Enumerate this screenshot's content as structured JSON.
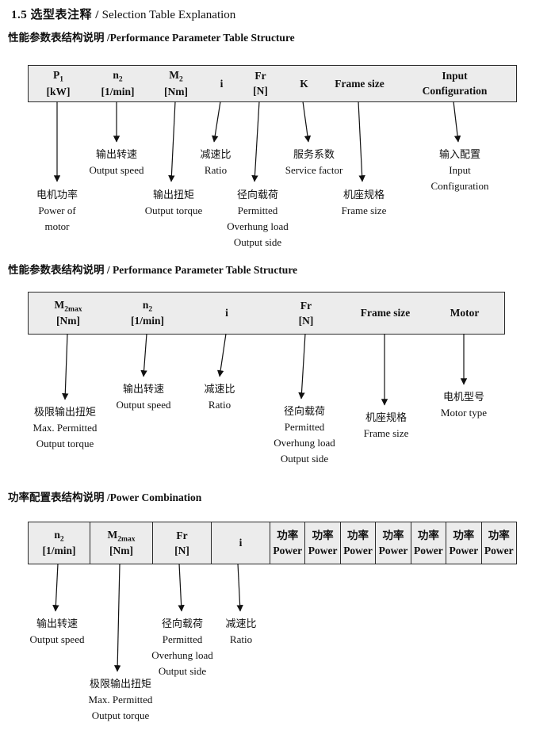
{
  "title": {
    "bold": "1.5 选型表注释 /",
    "rest": " Selection Table Explanation"
  },
  "sections": {
    "s1": {
      "heading": "性能参数表结构说明 /Performance Parameter Table Structure",
      "cols": [
        {
          "sym": "P",
          "sub": "1",
          "unit": "[kW]"
        },
        {
          "sym": "n",
          "sub": "2",
          "unit": "[1/min]"
        },
        {
          "sym": "M",
          "sub": "2",
          "unit": "[Nm]"
        },
        {
          "sym": "i",
          "sub": "",
          "unit": ""
        },
        {
          "sym": "Fr",
          "sub": "",
          "unit": "[N]"
        },
        {
          "sym": "K",
          "sub": "",
          "unit": ""
        },
        {
          "sym": "Frame size",
          "sub": "",
          "unit": ""
        },
        {
          "sym": "Input",
          "sub": "",
          "unit": "Configuration"
        }
      ],
      "labels": [
        {
          "lines": [
            "电机功率",
            "Power of",
            "motor"
          ]
        },
        {
          "lines": [
            "输出转速",
            "Output speed"
          ]
        },
        {
          "lines": [
            "输出扭矩",
            "Output torque"
          ]
        },
        {
          "lines": [
            "减速比",
            "Ratio"
          ]
        },
        {
          "lines": [
            "径向载荷",
            "Permitted",
            "Overhung load",
            "Output side"
          ]
        },
        {
          "lines": [
            "服务系数",
            "Service factor"
          ]
        },
        {
          "lines": [
            "机座规格",
            "Frame size"
          ]
        },
        {
          "lines": [
            "输入配置",
            "Input",
            "Configuration"
          ]
        }
      ]
    },
    "s2": {
      "heading": "性能参数表结构说明 / Performance Parameter Table Structure",
      "cols": [
        {
          "sym": "M",
          "sub": "2max",
          "unit": "[Nm]"
        },
        {
          "sym": "n",
          "sub": "2",
          "unit": "[1/min]"
        },
        {
          "sym": "i",
          "sub": "",
          "unit": ""
        },
        {
          "sym": "Fr",
          "sub": "",
          "unit": "[N]"
        },
        {
          "sym": "Frame size",
          "sub": "",
          "unit": ""
        },
        {
          "sym": "Motor",
          "sub": "",
          "unit": ""
        }
      ],
      "labels": [
        {
          "lines": [
            "极限输出扭矩",
            "Max. Permitted",
            "Output torque"
          ]
        },
        {
          "lines": [
            "输出转速",
            "Output speed"
          ]
        },
        {
          "lines": [
            "减速比",
            "Ratio"
          ]
        },
        {
          "lines": [
            "径向载荷",
            "Permitted",
            "Overhung load",
            "Output side"
          ]
        },
        {
          "lines": [
            "机座规格",
            "Frame size"
          ]
        },
        {
          "lines": [
            "电机型号",
            "Motor type"
          ]
        }
      ]
    },
    "s3": {
      "heading": "功率配置表结构说明 /Power Combination",
      "cols": [
        {
          "sym": "n",
          "sub": "2",
          "unit": "[1/min]"
        },
        {
          "sym": "M",
          "sub": "2max",
          "unit": "[Nm]"
        },
        {
          "sym": "Fr",
          "sub": "",
          "unit": "[N]"
        },
        {
          "sym": "i",
          "sub": "",
          "unit": ""
        },
        {
          "sym": "功率",
          "sub": "",
          "unit": "Power"
        },
        {
          "sym": "功率",
          "sub": "",
          "unit": "Power"
        },
        {
          "sym": "功率",
          "sub": "",
          "unit": "Power"
        },
        {
          "sym": "功率",
          "sub": "",
          "unit": "Power"
        },
        {
          "sym": "功率",
          "sub": "",
          "unit": "Power"
        },
        {
          "sym": "功率",
          "sub": "",
          "unit": "Power"
        },
        {
          "sym": "功率",
          "sub": "",
          "unit": "Power"
        }
      ],
      "labels": [
        {
          "lines": [
            "输出转速",
            "Output speed"
          ]
        },
        {
          "lines": [
            "极限输出扭矩",
            "Max. Permitted",
            "Output torque"
          ]
        },
        {
          "lines": [
            "径向载荷",
            "Permitted",
            "Overhung load",
            "Output side"
          ]
        },
        {
          "lines": [
            "减速比",
            "Ratio"
          ]
        }
      ]
    }
  }
}
